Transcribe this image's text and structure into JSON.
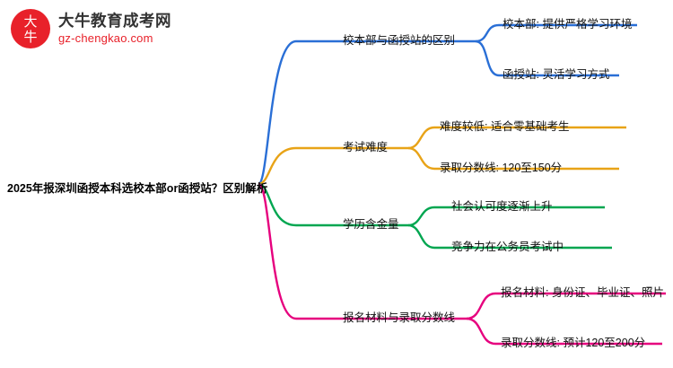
{
  "logo": {
    "mark_text": "大牛",
    "title": "大牛教育成考网",
    "subtitle": "gz-chengkao.com"
  },
  "mindmap": {
    "root": "2025年报深圳函授本科选校本部or函授站？区别解析",
    "branches": [
      {
        "label": "校本部与函授站的区别",
        "color": "#2a6fd6",
        "children": [
          "校本部: 提供严格学习环境",
          "函授站: 灵活学习方式"
        ]
      },
      {
        "label": "考试难度",
        "color": "#e8a317",
        "children": [
          "难度较低: 适合零基础考生",
          "录取分数线: 120至150分"
        ]
      },
      {
        "label": "学历含金量",
        "color": "#00a650",
        "children": [
          "社会认可度逐渐上升",
          "竞争力在公务员考试中"
        ]
      },
      {
        "label": "报名材料与录取分数线",
        "color": "#e6007e",
        "children": [
          "报名材料: 身份证、毕业证、照片",
          "录取分数线: 预计120至200分"
        ]
      }
    ]
  }
}
